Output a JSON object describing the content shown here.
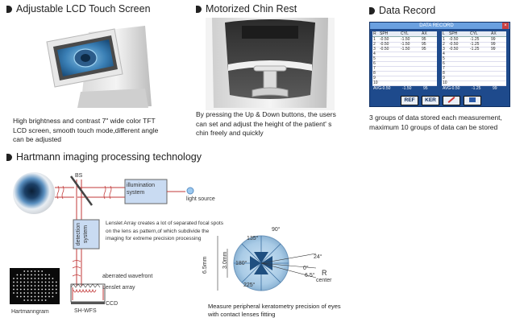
{
  "sections": {
    "lcd": {
      "heading": "Adjustable LCD Touch Screen",
      "desc": "High brightness and contrast 7\" wide color TFT LCD screen, smooth touch mode,different angle can be adjusted"
    },
    "chin": {
      "heading": "Motorized Chin Rest",
      "desc": "By pressing the Up & Down buttons, the users can set and adjust the height of the patient' s chin freely and quickly"
    },
    "data": {
      "heading": "Data Record",
      "desc": "3 groups of data stored each measurement, maximum 10 groups of data can be stored"
    },
    "hartmann": {
      "heading": "Hartmann imaging processing technology"
    }
  },
  "data_record_window": {
    "title": "DATA RECORD",
    "columns": [
      "R",
      "SPH",
      "CYL",
      "AX",
      "L",
      "SPH",
      "CYL",
      "AX"
    ],
    "rows": [
      [
        "1",
        "-0.50",
        "-1.50",
        "95",
        "1",
        "-0.50",
        "-1.25",
        "99"
      ],
      [
        "2",
        "-0.50",
        "-1.50",
        "95",
        "2",
        "-0.50",
        "-1.25",
        "99"
      ],
      [
        "3",
        "-0.50",
        "-1.50",
        "95",
        "3",
        "-0.50",
        "-1.25",
        "99"
      ],
      [
        "4",
        "",
        "",
        "",
        "4",
        "",
        "",
        ""
      ],
      [
        "5",
        "",
        "",
        "",
        "5",
        "",
        "",
        ""
      ],
      [
        "6",
        "",
        "",
        "",
        "6",
        "",
        "",
        ""
      ],
      [
        "7",
        "",
        "",
        "",
        "7",
        "",
        "",
        ""
      ],
      [
        "8",
        "",
        "",
        "",
        "8",
        "",
        "",
        ""
      ],
      [
        "9",
        "",
        "",
        "",
        "9",
        "",
        "",
        ""
      ],
      [
        "10",
        "",
        "",
        "",
        "10",
        "",
        "",
        ""
      ]
    ],
    "avg": [
      "AVG",
      "-0.50",
      "-1.50",
      "95",
      "AVG",
      "-0.50",
      "-1.25",
      "99"
    ],
    "buttons": [
      "REF",
      "KER"
    ]
  },
  "diagram": {
    "bs_label": "BS",
    "illumination": "illumination system",
    "light_source": "light source",
    "detection": "detection system",
    "lenslet_note": "Lenslet Array creates a lot of separated focal spots on the lens as pattern,of which subdivide the imaging for extreme precision processing",
    "aberrated": "aberrated wavefront",
    "lenslet_array": "Lenslet array",
    "ccd": "CCD",
    "shwfs": "SH-WFS",
    "hartmanngram": "Hartmanngram"
  },
  "keratometry": {
    "angle_90": "90°",
    "angle_135": "135°",
    "angle_180": "180°",
    "angle_225": "225°",
    "angle_24": "24°",
    "angle_0": "0°",
    "angle_6_5": "6.5°",
    "r_center": "R",
    "center": "center",
    "dim_6_5": "6.5mm",
    "dim_3_0": "3.0mm",
    "caption": "Measure peripheral keratometry precision of eyes with contact lenses fitting"
  }
}
